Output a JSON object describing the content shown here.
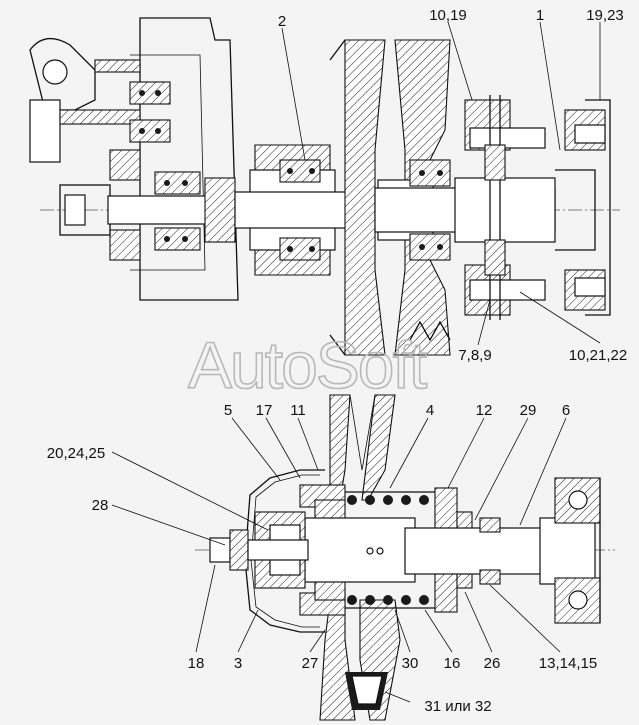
{
  "watermark": "AutoSoft",
  "callouts": [
    {
      "key": "c_2",
      "text": "2"
    },
    {
      "key": "c_10_19",
      "text": "10,19"
    },
    {
      "key": "c_1",
      "text": "1"
    },
    {
      "key": "c_19_23",
      "text": "19,23"
    },
    {
      "key": "c_7_8_9",
      "text": "7,8,9"
    },
    {
      "key": "c_10_21_22",
      "text": "10,21,22"
    },
    {
      "key": "c_5",
      "text": "5"
    },
    {
      "key": "c_17",
      "text": "17"
    },
    {
      "key": "c_11",
      "text": "11"
    },
    {
      "key": "c_4",
      "text": "4"
    },
    {
      "key": "c_12",
      "text": "12"
    },
    {
      "key": "c_29",
      "text": "29"
    },
    {
      "key": "c_6",
      "text": "6"
    },
    {
      "key": "c_20_24_25",
      "text": "20,24,25"
    },
    {
      "key": "c_28",
      "text": "28"
    },
    {
      "key": "c_18",
      "text": "18"
    },
    {
      "key": "c_3",
      "text": "3"
    },
    {
      "key": "c_27",
      "text": "27"
    },
    {
      "key": "c_30",
      "text": "30"
    },
    {
      "key": "c_16",
      "text": "16"
    },
    {
      "key": "c_26",
      "text": "26"
    },
    {
      "key": "c_13_14_15",
      "text": "13,14,15"
    },
    {
      "key": "c_31_32",
      "text": "31 или 32"
    }
  ],
  "labels": {
    "c_2": "2",
    "c_10_19": "10,19",
    "c_1": "1",
    "c_19_23": "19,23",
    "c_7_8_9": "7,8,9",
    "c_10_21_22": "10,21,22",
    "c_5": "5",
    "c_17": "17",
    "c_11": "11",
    "c_4": "4",
    "c_12": "12",
    "c_29": "29",
    "c_6": "6",
    "c_20_24_25": "20,24,25",
    "c_28": "28",
    "c_18": "18",
    "c_3": "3",
    "c_27": "27",
    "c_30": "30",
    "c_16": "16",
    "c_26": "26",
    "c_13_14_15": "13,14,15",
    "c_31_32": "31 или 32"
  }
}
